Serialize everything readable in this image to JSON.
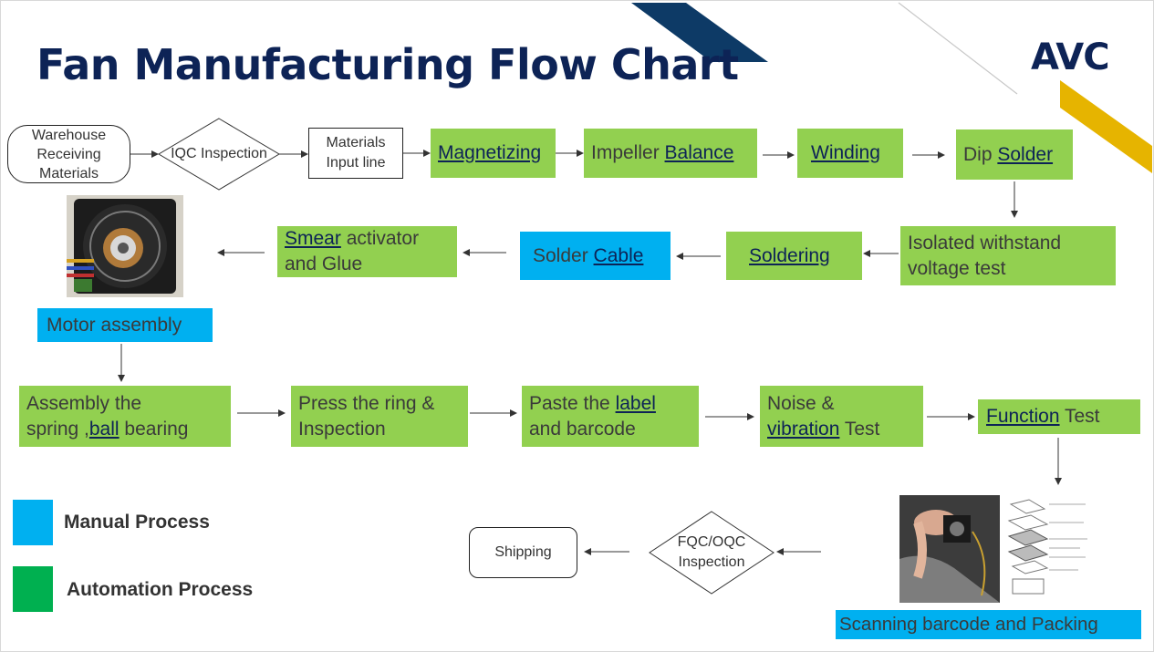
{
  "title": "Fan Manufacturing Flow Chart",
  "logo": "AVC",
  "colors": {
    "automation_green": "#92d050",
    "manual_blue": "#00b0f0",
    "legend_green": "#00b050",
    "title_navy": "#0d2356",
    "accent_gold": "#e6b400"
  },
  "nodes": {
    "warehouse": {
      "line1": "Warehouse",
      "line2": "Receiving",
      "line3": "Materials"
    },
    "iqc": "IQC Inspection",
    "materials_input": {
      "line1": "Materials",
      "line2": "Input line"
    },
    "magnetizing": "Magnetizing",
    "impeller": {
      "pre": "Impeller ",
      "link": "Balance"
    },
    "winding": "Winding",
    "dip_solder": {
      "pre": "Dip ",
      "link": "Solder"
    },
    "isolated": {
      "line1": "Isolated withstand",
      "line2": "voltage test"
    },
    "soldering": "Soldering",
    "solder_cable": {
      "pre": "Solder ",
      "link": "Cable"
    },
    "smear": {
      "link": "Smear",
      "rest1": " activator",
      "line2": "and Glue"
    },
    "motor_assembly": "Motor assembly",
    "assembly_spring": {
      "line1": "Assembly the",
      "pre2": "spring ,",
      "link": "ball",
      "post2": " bearing"
    },
    "press_ring": {
      "line1": "Press the ring &",
      "line2": "Inspection"
    },
    "paste_label": {
      "pre": "Paste the ",
      "link": "label",
      "line2": "and barcode"
    },
    "noise": {
      "line1": "Noise &",
      "link": "vibration",
      "post2": " Test"
    },
    "function_test": {
      "link": "Function",
      "post": " Test"
    },
    "scanning": "Scanning barcode and Packing",
    "fqc": {
      "line1": "FQC/OQC",
      "line2": "Inspection"
    },
    "shipping": "Shipping"
  },
  "legend": {
    "manual": "Manual Process",
    "automation": "Automation Process"
  }
}
